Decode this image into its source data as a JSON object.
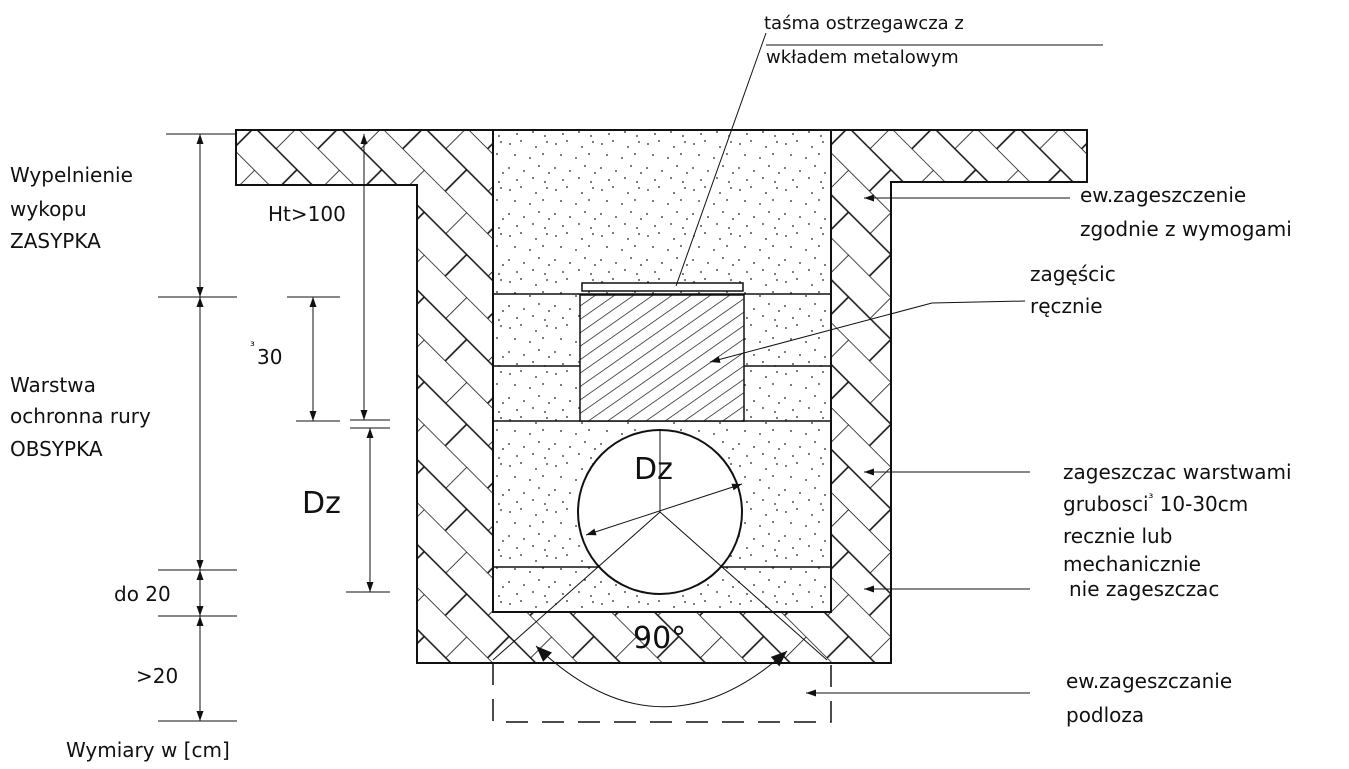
{
  "labels": {
    "tape_line1": "taśma ostrzegawcza z",
    "tape_line2": "wkładem metalowym",
    "fill_line1": "Wypelnienie",
    "fill_line2": "wykopu",
    "fill_line3": "ZASYPKA",
    "ht": "Ht>100",
    "compact_optional_line1": "ew.zageszczenie",
    "compact_optional_line2": "zgodnie z wymogami",
    "compact_hand_line1": "zagęścic",
    "compact_hand_line2": "ręcznie",
    "min30_sup": "³",
    "min30": "30",
    "protect_line1": "Warstwa",
    "protect_line2": "ochronna rury",
    "protect_line3": "OBSYPKA",
    "dz_dim": "Dz",
    "dz_pipe": "Dz",
    "layers_line1": "zageszczac warstwami",
    "layers_line2_a": "grubosci",
    "layers_line2_sup": "³",
    "layers_line2_b": " 10-30cm",
    "layers_line3": "recznie lub",
    "layers_line4": "mechanicznie",
    "no_compact": "nie zageszczac",
    "do20": "do 20",
    "angle": "90°",
    "gt20": ">20",
    "subsoil_line1": "ew.zageszczanie",
    "subsoil_line2": "podloza",
    "units": "Wymiary w [cm]"
  }
}
